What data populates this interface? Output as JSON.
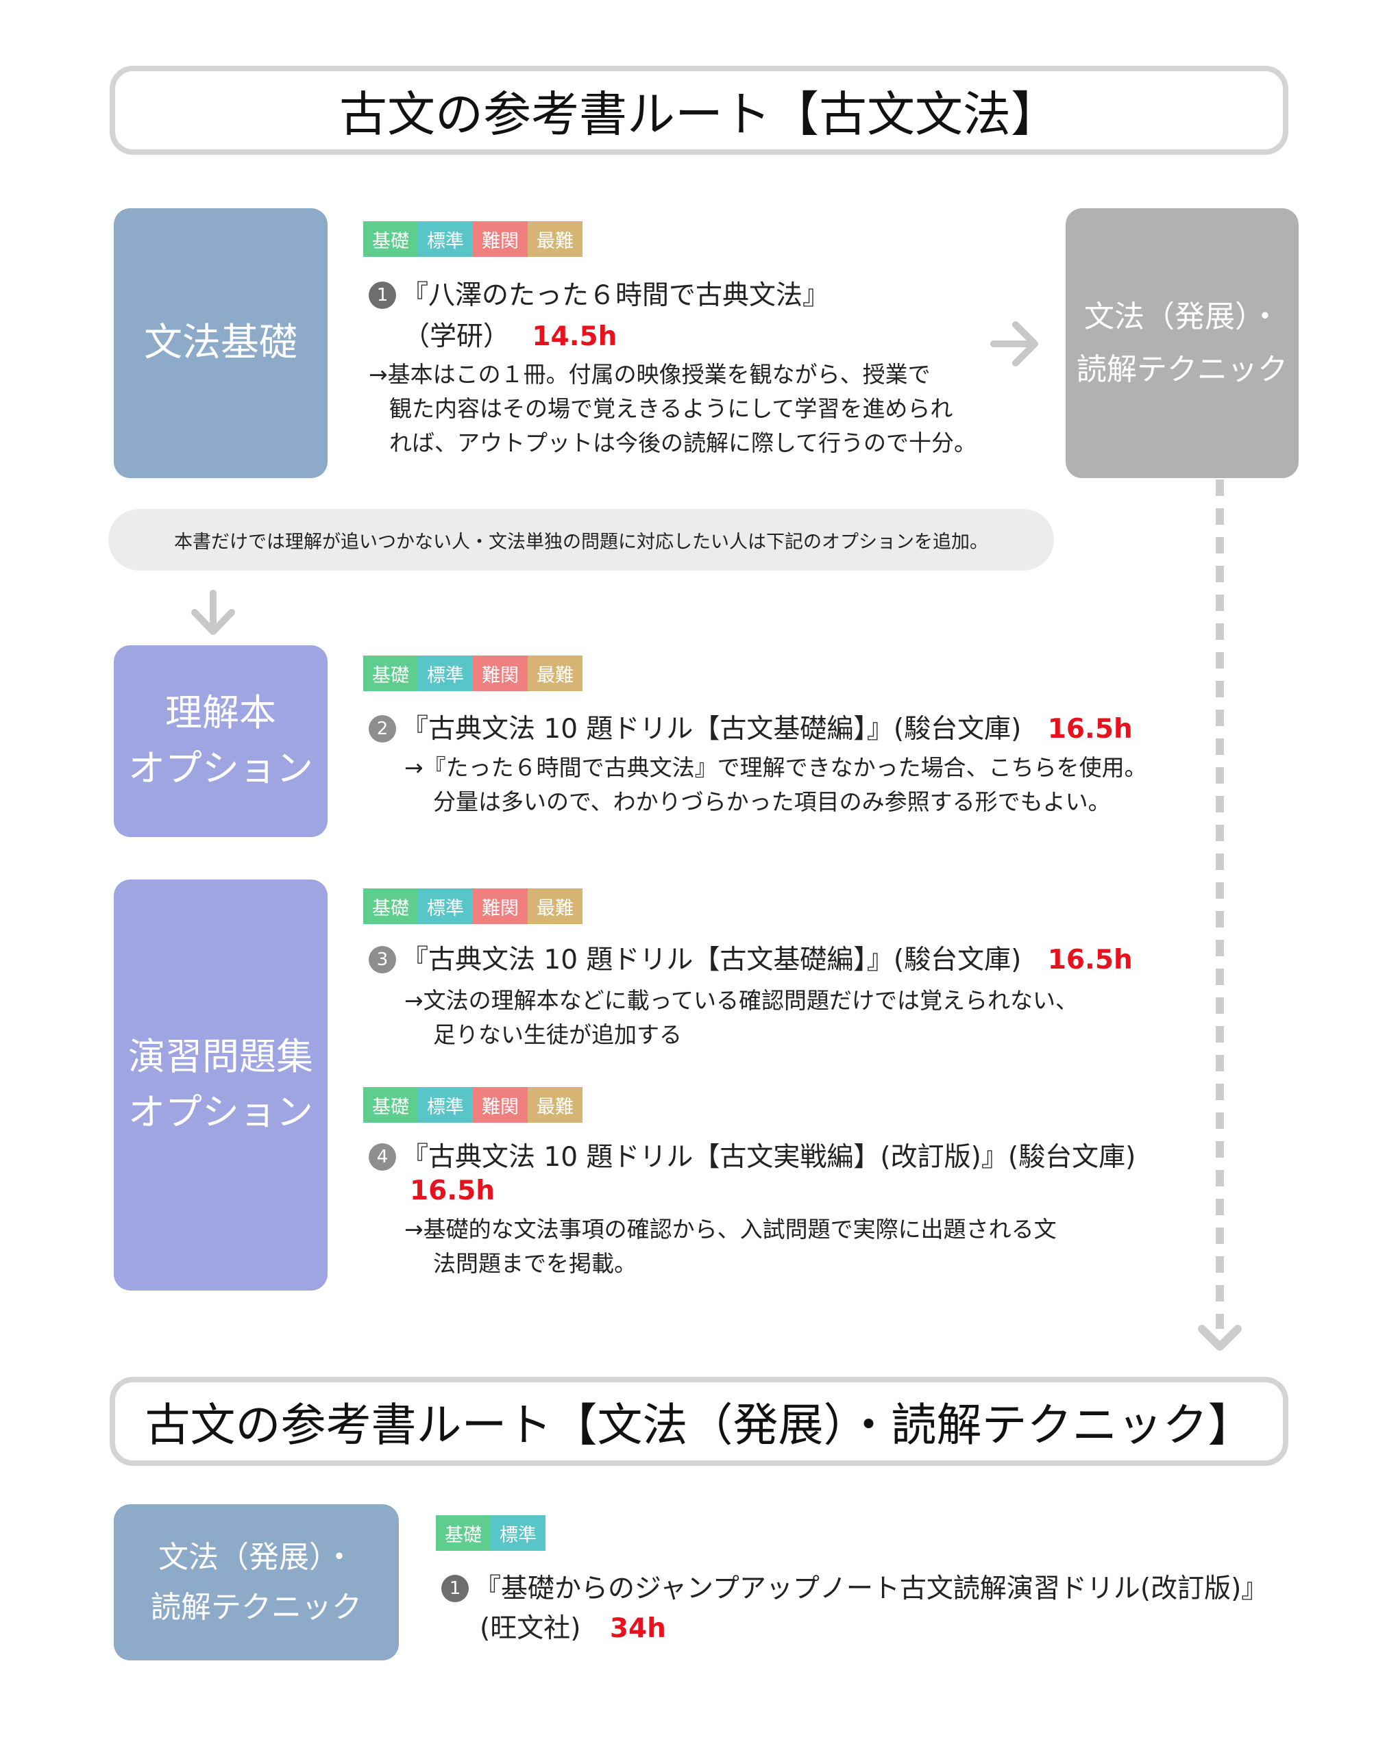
{
  "title1": "古文の参考書ルート【古文文法】",
  "title2": "古文の参考書ルート【文法（発展）・読解テクニック】",
  "tags": {
    "kiso": "基礎",
    "hyojun": "標準",
    "nankan": "難関",
    "sainan": "最難"
  },
  "blocks": {
    "bunpo_kiso": "文法基礎",
    "hatten_right": [
      "文法（発展）・",
      "読解テクニック"
    ],
    "rikai": [
      "理解本",
      "オプション"
    ],
    "enshu": [
      "演習問題集",
      "オプション"
    ],
    "hatten_bottom": [
      "文法（発展）・",
      "読解テクニック"
    ]
  },
  "note": "本書だけでは理解が追いつかない人・文法単独の問題に対応したい人は下記のオプションを追加。",
  "books": [
    {
      "num": "1",
      "title": "『八澤のたった６時間で古典文法』",
      "publisher": "（学研）",
      "hours": "14.5h",
      "desc": [
        "→基本はこの１冊。付属の映像授業を観ながら、授業で",
        "観た内容はその場で覚えきるようにして学習を進められ",
        "れば、アウトプットは今後の読解に際して行うので十分。"
      ]
    },
    {
      "num": "2",
      "title": "『古典文法 10 題ドリル【古文基礎編】』(駿台文庫)",
      "hours": "16.5h",
      "desc": [
        "→『たった６時間で古典文法』で理解できなかった場合、こちらを使用。",
        "分量は多いので、わかりづらかった項目のみ参照する形でもよい。"
      ]
    },
    {
      "num": "3",
      "title": "『古典文法 10 題ドリル【古文基礎編】』(駿台文庫)",
      "hours": "16.5h",
      "desc": [
        "→文法の理解本などに載っている確認問題だけでは覚えられない、",
        "足りない生徒が追加する"
      ]
    },
    {
      "num": "4",
      "title": "『古典文法 10 題ドリル【古文実戦編】(改訂版)』(駿台文庫)",
      "hours": "16.5h",
      "desc": [
        "→基礎的な文法事項の確認から、入試問題で実際に出題される文",
        "法問題までを掲載。"
      ]
    },
    {
      "num": "1",
      "title": "『基礎からのジャンプアップノート古文読解演習ドリル(改訂版)』",
      "publisher": "(旺文社)",
      "hours": "34h"
    }
  ]
}
